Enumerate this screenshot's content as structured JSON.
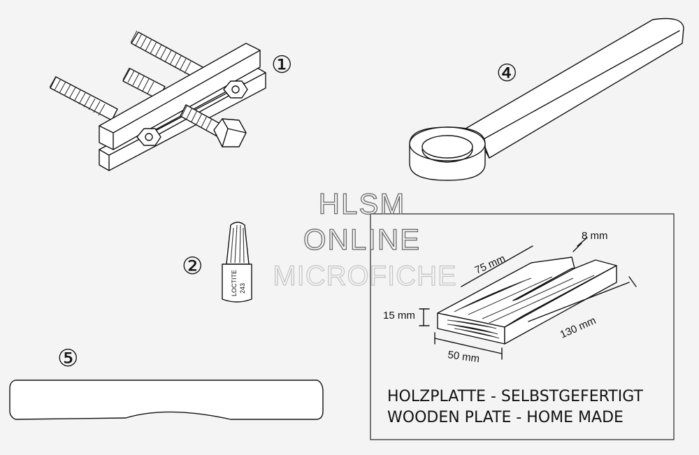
{
  "parts": {
    "p1": "①",
    "p2": "②",
    "p4": "④",
    "p5": "⑤"
  },
  "bottle": {
    "brand": "LOCTITE",
    "number": "243"
  },
  "wooden_plate": {
    "dim_length_slot": "75 mm",
    "dim_slot_width": "8 mm",
    "dim_thickness": "15 mm",
    "dim_width": "50 mm",
    "dim_length": "130 mm",
    "caption_de": "HOLZPLATTE - SELBSTGEFERTIGT",
    "caption_en": "WOODEN PLATE - HOME MADE"
  },
  "watermark": {
    "line1": "HLSM",
    "line2": "ONLINE",
    "line3": "MICROFICHE"
  }
}
